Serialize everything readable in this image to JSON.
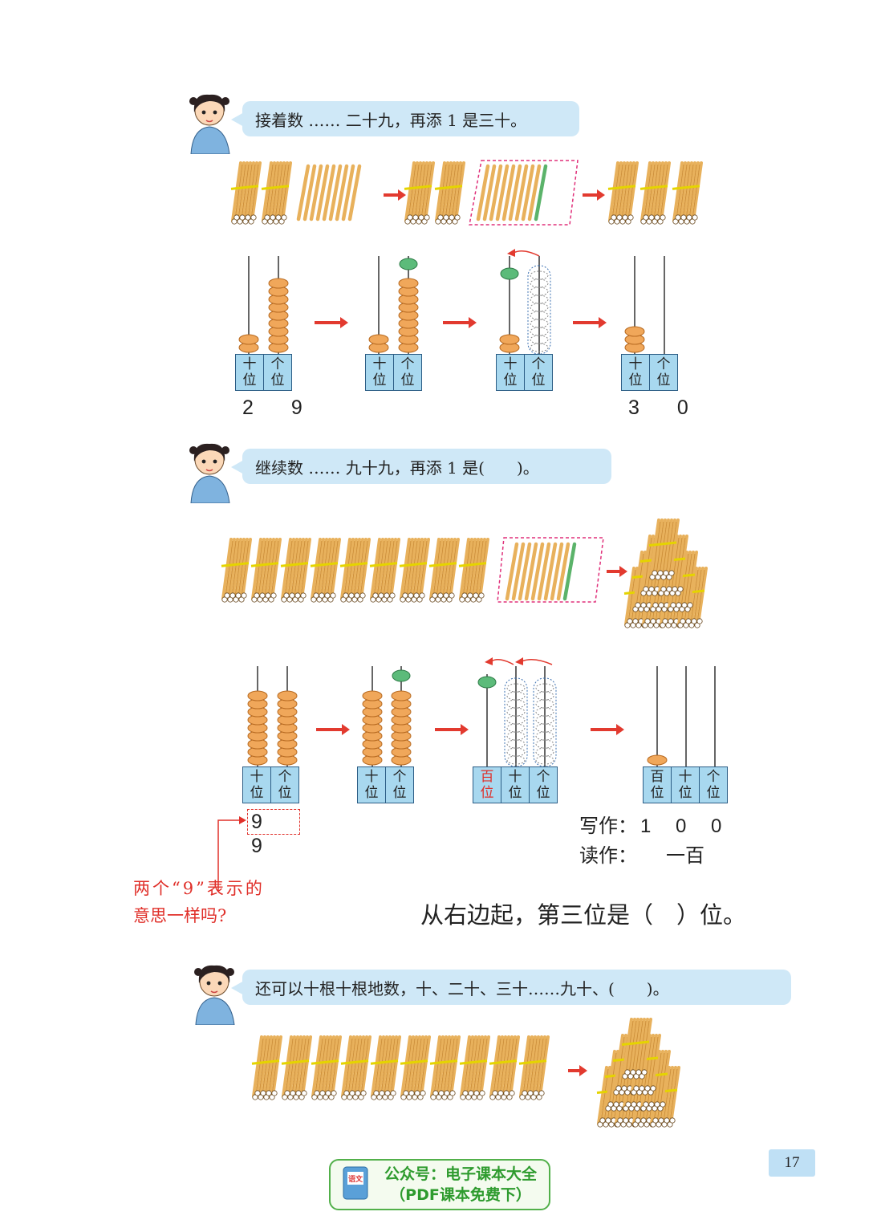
{
  "bubbles": {
    "first": "接着数 …… 二十九，再添 1 是三十。",
    "second": "继续数 …… 九十九，再添 1 是(　　)。",
    "third": "还可以十根十根地数，十、二十、三十……九十、(　　)。"
  },
  "places": {
    "ten": [
      "十",
      "位"
    ],
    "one": [
      "个",
      "位"
    ],
    "hundred": [
      "百",
      "位"
    ]
  },
  "numbers": {
    "n29": "2 9",
    "n30": "3 0",
    "n99": "9 9"
  },
  "write": {
    "write_label": "写作：",
    "write_value": "1 0 0",
    "read_label": "读作：",
    "read_value": "一百"
  },
  "question_red": [
    "两个“9”表示的",
    "意思一样吗?"
  ],
  "question_main": "从右边起，第三位是（　）位。",
  "page_number": "17",
  "badge": {
    "line1": "公众号：电子课本大全",
    "line2": "（PDF课本免费下）",
    "icon_text": "语文"
  },
  "colors": {
    "bubble": "#cfe8f7",
    "bead": "#f0a75a",
    "green_bead": "#5cbb7a",
    "arrow": "#e23a2f",
    "place_cell": "#a8d8ef",
    "stick": "#e8b15c"
  }
}
